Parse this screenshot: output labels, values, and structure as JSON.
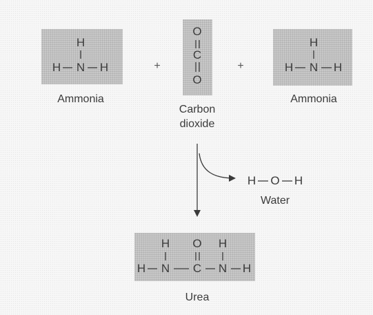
{
  "reactants": {
    "ammonia_left": {
      "atoms": {
        "h_top": "H",
        "h_left": "H",
        "n": "N",
        "h_right": "H"
      },
      "label": "Ammonia"
    },
    "carbon_dioxide": {
      "atoms": {
        "o_top": "O",
        "c": "C",
        "o_bottom": "O"
      },
      "label_line1": "Carbon",
      "label_line2": "dioxide"
    },
    "ammonia_right": {
      "atoms": {
        "h_top": "H",
        "h_left": "H",
        "n": "N",
        "h_right": "H"
      },
      "label": "Ammonia"
    },
    "plus_1": "+",
    "plus_2": "+"
  },
  "byproduct": {
    "atoms": {
      "h_left": "H",
      "o": "O",
      "h_right": "H"
    },
    "label": "Water"
  },
  "product": {
    "atoms": {
      "h_top_left": "H",
      "o_top": "O",
      "h_top_right": "H",
      "h_left": "H",
      "n_left": "N",
      "c": "C",
      "n_right": "N",
      "h_right": "H"
    },
    "label": "Urea"
  },
  "colors": {
    "ink": "#3a3a3a",
    "box": "#c9c9c9",
    "background": "#f7f7f7"
  }
}
